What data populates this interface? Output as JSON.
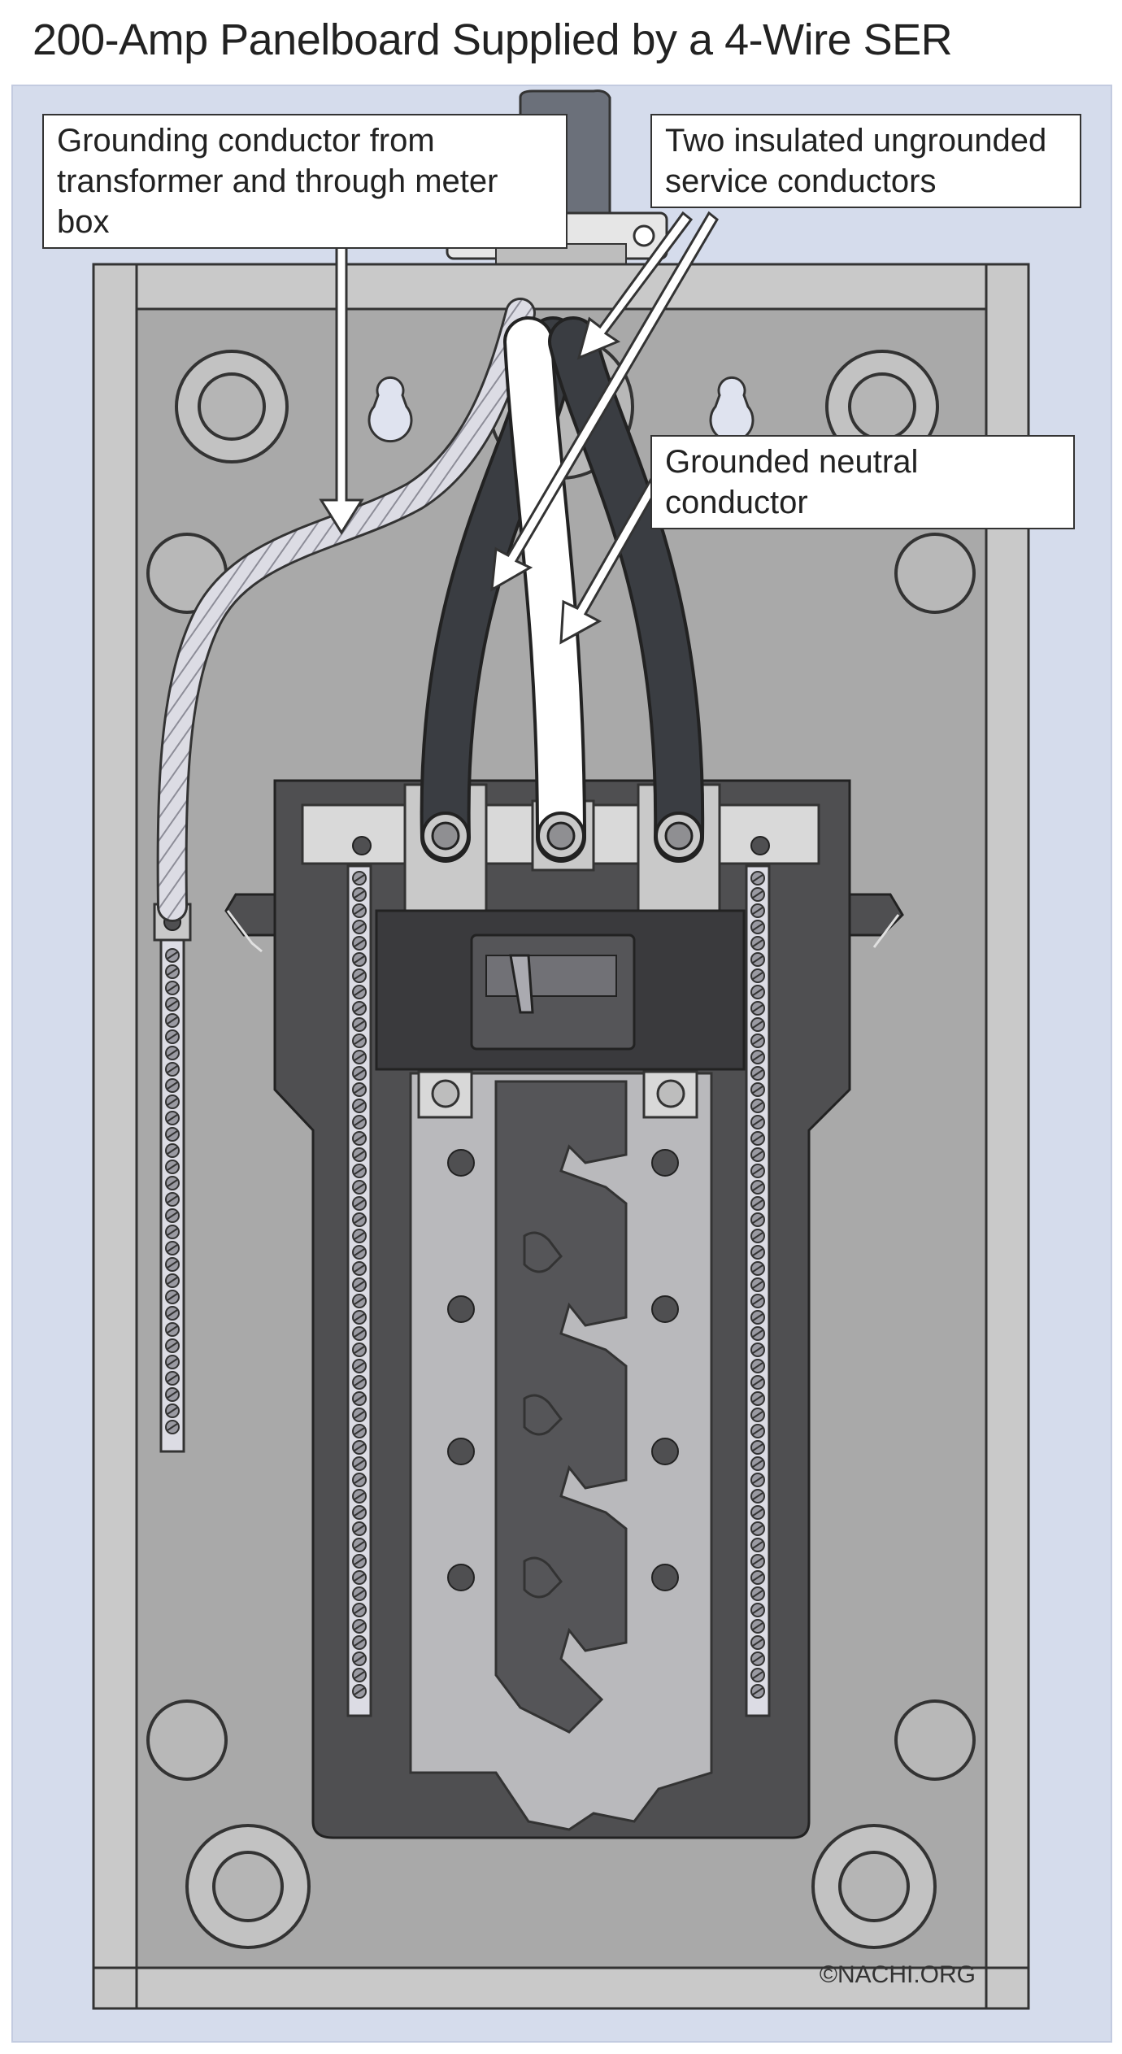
{
  "title": "200-Amp Panelboard Supplied by a 4-Wire SER",
  "callouts": {
    "grounding": {
      "line1": "Grounding conductor from",
      "line2": "transformer and through meter box"
    },
    "ungrounded": {
      "line1": "Two insulated ungrounded",
      "line2": "service conductors"
    },
    "neutral": {
      "line1": "Grounded neutral conductor"
    }
  },
  "credit": "©NACHI.ORG",
  "colors": {
    "background_panel": "#d5dcec",
    "enclosure": "#c9c9c9",
    "back_plate": "#a9a9a9",
    "breaker_housing": "#4f4f51",
    "bus_plate": "#b9b9bc",
    "black_conductor": "#3a3d42",
    "white_conductor": "#ffffff",
    "bare_ground": "#d4d4dc"
  }
}
